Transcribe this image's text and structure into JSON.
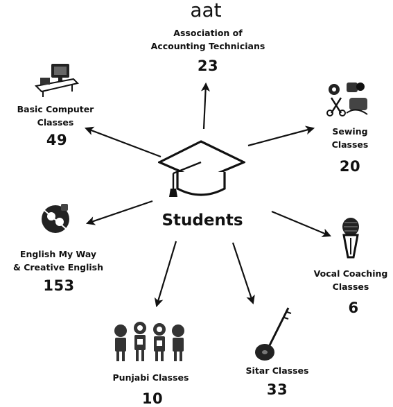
{
  "center": {
    "title": "Students",
    "icon": "graduation-cap-icon"
  },
  "logo": {
    "text": "aat"
  },
  "nodes": [
    {
      "id": "aat",
      "label_lines": [
        "Association of",
        "Accounting Technicians"
      ],
      "count": "23",
      "icon": "aat-logo"
    },
    {
      "id": "sewing",
      "label_lines": [
        "Sewing",
        "Classes"
      ],
      "count": "20",
      "icon": "sewing-tools-icon"
    },
    {
      "id": "vocal",
      "label_lines": [
        "Vocal Coaching",
        "Classes"
      ],
      "count": "6",
      "icon": "microphone-icon"
    },
    {
      "id": "sitar",
      "label_lines": [
        "Sitar Classes"
      ],
      "count": "33",
      "icon": "sitar-icon"
    },
    {
      "id": "punjabi",
      "label_lines": [
        "Punjabi Classes"
      ],
      "count": "10",
      "icon": "punjabi-letters-icon"
    },
    {
      "id": "english",
      "label_lines": [
        "English My Way",
        "& Creative English"
      ],
      "count": "153",
      "icon": "english-books-icon"
    },
    {
      "id": "computer",
      "label_lines": [
        "Basic Computer",
        "Classes"
      ],
      "count": "49",
      "icon": "computer-desk-icon"
    }
  ]
}
